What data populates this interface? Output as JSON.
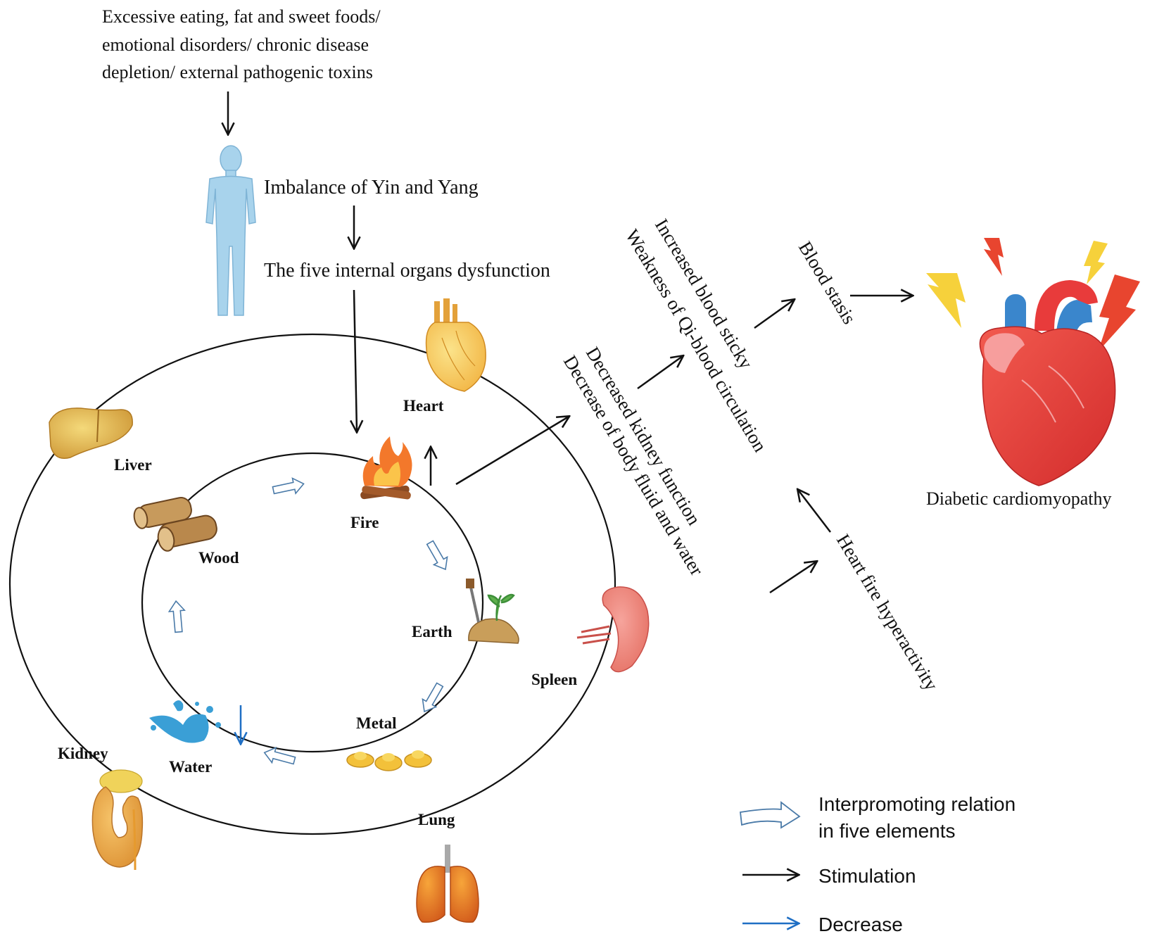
{
  "causes": [
    "Excessive eating, fat and sweet foods/",
    "emotional disorders/ chronic disease",
    "depletion/ external pathogenic toxins"
  ],
  "imbalance": "Imbalance of Yin and Yang",
  "dysfunction": "The five internal organs dysfunction",
  "organs": {
    "heart": "Heart",
    "liver": "Liver",
    "spleen": "Spleen",
    "kidney": "Kidney",
    "lung": "Lung"
  },
  "elements": {
    "fire": "Fire",
    "wood": "Wood",
    "earth": "Earth",
    "metal": "Metal",
    "water": "Water"
  },
  "pathway": {
    "decreased_kidney": "Decreased kidney function",
    "decrease_fluid": "Decrease of body fluid and water",
    "increased_sticky": "Increased blood sticky",
    "weakness_qi": "Weakness of Qi-blood circulation",
    "heart_fire": "Heart fire hyperactivity",
    "blood_stasis": "Blood stasis",
    "outcome": "Diabetic cardiomyopathy"
  },
  "legend": {
    "interpromoting_line1": "Interpromoting relation",
    "interpromoting_line2": "in five elements",
    "stimulation": "Stimulation",
    "decrease": "Decrease"
  },
  "colors": {
    "stimulation": "#111111",
    "decrease": "#1f6fc4",
    "interpromoting_outline": "#4a7aa8",
    "body": "#a8d3ec",
    "heart_red": "#e03a3a",
    "lightning_yellow": "#f6d13b",
    "lightning_red": "#e8452f"
  }
}
